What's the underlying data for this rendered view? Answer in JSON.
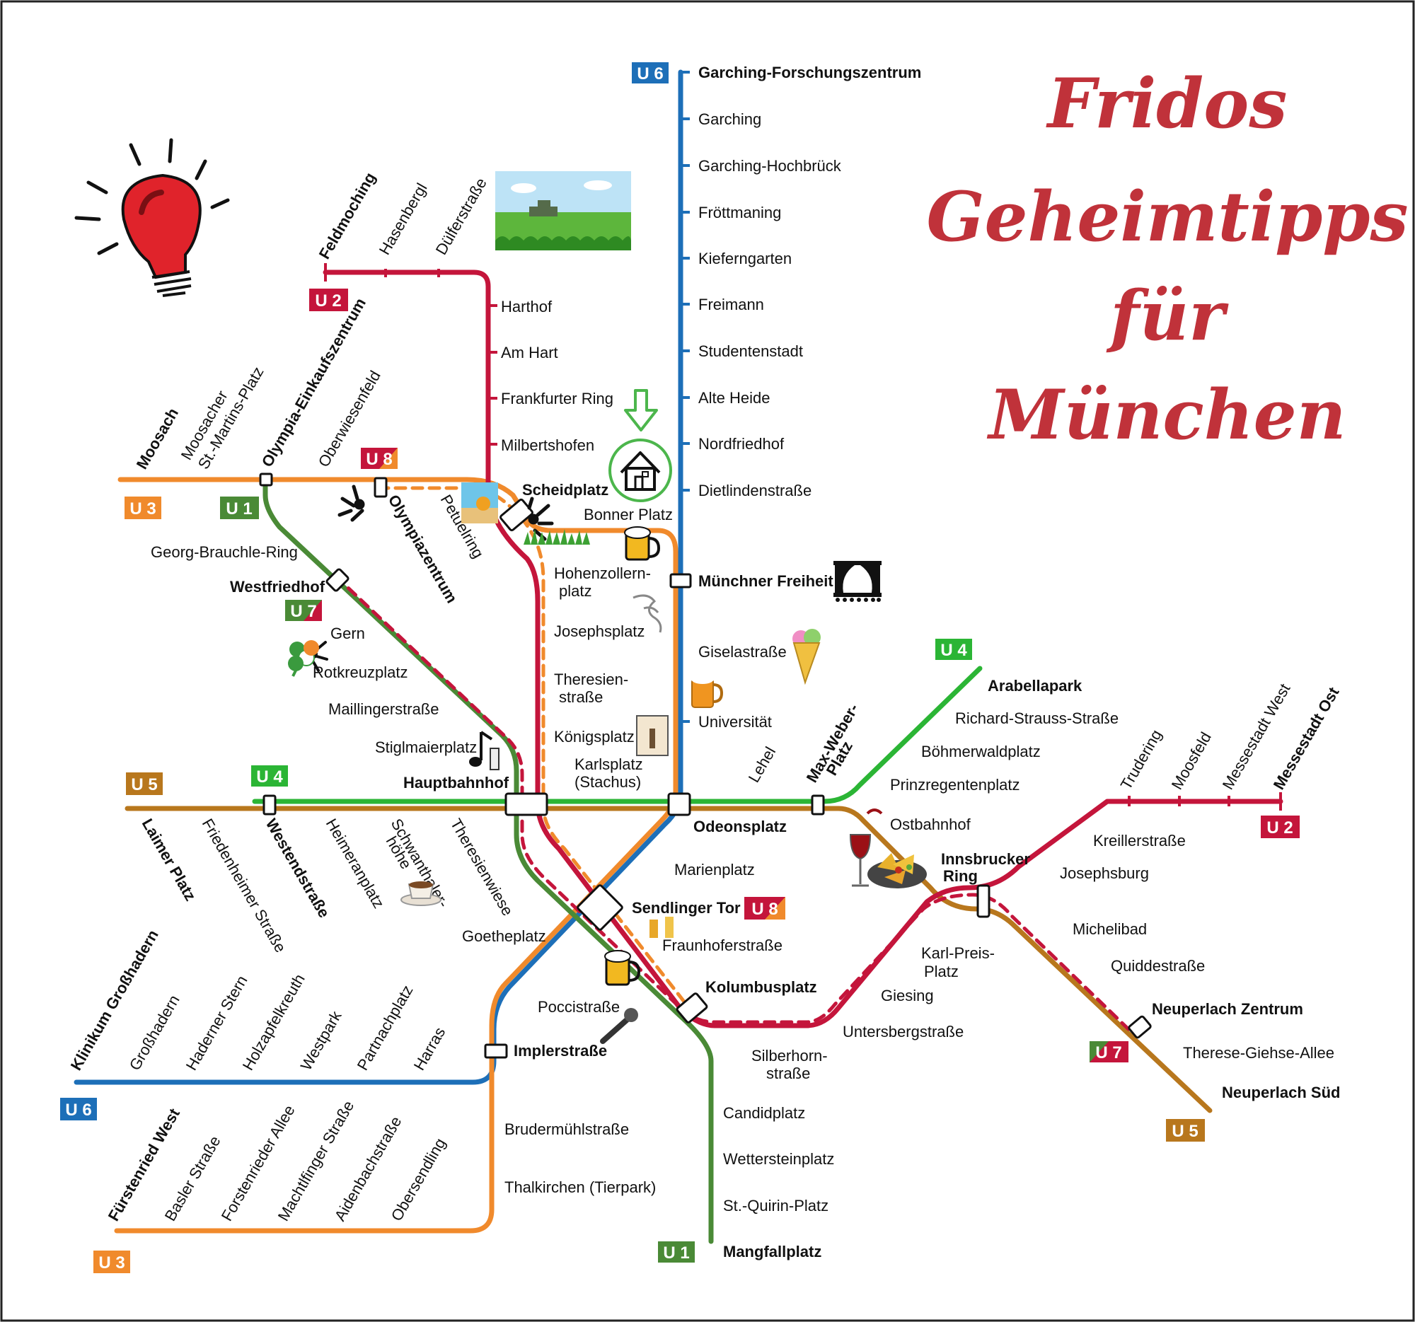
{
  "title": {
    "line1": "Fridos",
    "line2": "Geheimtipps",
    "line3": "für",
    "line4": "München"
  },
  "colors": {
    "U1": "#4a8a36",
    "U2": "#c4153b",
    "U3": "#f08a2c",
    "U4": "#2bb535",
    "U5": "#b8771d",
    "U6": "#1d6fb8",
    "U7": "#c4153b",
    "U8": "#c4153b",
    "title": "#c0323a"
  },
  "lines": {
    "U1": "U 1",
    "U2": "U 2",
    "U3": "U 3",
    "U4": "U 4",
    "U5": "U 5",
    "U6": "U 6",
    "U7": "U 7",
    "U8": "U 8"
  },
  "stations": {
    "garching_fz": "Garching-Forschungszentrum",
    "garching": "Garching",
    "garching_hb": "Garching-Hochbrück",
    "froettmaning": "Fröttmaning",
    "kieferngarten": "Kieferngarten",
    "freimann": "Freimann",
    "studentenstadt": "Studentenstadt",
    "alte_heide": "Alte Heide",
    "nordfriedhof": "Nordfriedhof",
    "dietlindenstrasse": "Dietlindenstraße",
    "muenchner_freiheit": "Münchner Freiheit",
    "giselastrasse": "Giselastraße",
    "universitaet": "Universität",
    "odeonsplatz": "Odeonsplatz",
    "marienplatz": "Marienplatz",
    "sendlinger_tor": "Sendlinger Tor",
    "goetheplatz": "Goetheplatz",
    "poccistrasse": "Poccistraße",
    "implerstrasse": "Implerstraße",
    "brudermuehlstrasse": "Brudermühlstraße",
    "thalkirchen": "Thalkirchen (Tierpark)",
    "feldmoching": "Feldmoching",
    "hasenbergl": "Hasenbergl",
    "duelferstrasse": "Dülferstraße",
    "harthof": "Harthof",
    "am_hart": "Am Hart",
    "frankfurter_ring": "Frankfurter Ring",
    "milbertshofen": "Milbertshofen",
    "scheidplatz": "Scheidplatz",
    "bonner_platz": "Bonner Platz",
    "hohenzollernplatz_1": "Hohenzollern-",
    "hohenzollernplatz_2": "platz",
    "josephsplatz": "Josephsplatz",
    "theresienstrasse_1": "Theresien-",
    "theresienstrasse_2": "straße",
    "koenigsplatz": "Königsplatz",
    "karlsplatz_1": "Karlsplatz",
    "karlsplatz_2": "(Stachus)",
    "moosach": "Moosach",
    "moosacher_1": "Moosacher",
    "moosacher_2": "St.-Martins-Platz",
    "olympia_ez": "Olympia-Einkaufszentrum",
    "oberwiesenfeld": "Oberwiesenfeld",
    "olympiazentrum": "Olympiazentrum",
    "petuelring": "Petuelring",
    "georg_brauchle": "Georg-Brauchle-Ring",
    "westfriedhof": "Westfriedhof",
    "gern": "Gern",
    "rotkreuzplatz": "Rotkreuzplatz",
    "maillingerstrasse": "Maillingerstraße",
    "stiglmaierplatz": "Stiglmaierplatz",
    "hauptbahnhof": "Hauptbahnhof",
    "laimer_platz": "Laimer Platz",
    "friedenheimer": "Friedenheimer Straße",
    "westendstrasse": "Westendstraße",
    "heimeranplatz": "Heimeranplatz",
    "schwanthalerhoehe_1": "Schwanthaler-",
    "schwanthalerhoehe_2": "höhe",
    "theresienwiese": "Theresienwiese",
    "lehel": "Lehel",
    "max_weber_1": "Max-Weber-",
    "max_weber_2": "Platz",
    "arabellapark": "Arabellapark",
    "richard_strauss": "Richard-Strauss-Straße",
    "boehmerwaldplatz": "Böhmerwaldplatz",
    "prinzregentenplatz": "Prinzregentenplatz",
    "ostbahnhof": "Ostbahnhof",
    "innsbrucker_1": "Innsbrucker",
    "innsbrucker_2": "Ring",
    "kreillerstrasse": "Kreillerstraße",
    "josephsburg": "Josephsburg",
    "trudering": "Trudering",
    "moosfeld": "Moosfeld",
    "messestadt_west": "Messestadt West",
    "messestadt_ost": "Messestadt Ost",
    "michelibad": "Michelibad",
    "quiddestrasse": "Quiddestraße",
    "neuperlach_zentrum": "Neuperlach Zentrum",
    "therese_giehse": "Therese-Giehse-Allee",
    "neuperlach_sued": "Neuperlach Süd",
    "fraunhoferstrasse": "Fraunhoferstraße",
    "kolumbusplatz": "Kolumbusplatz",
    "karl_preis_1": "Karl-Preis-",
    "karl_preis_2": "Platz",
    "giesing": "Giesing",
    "untersbergstrasse": "Untersbergstraße",
    "silberhorn_1": "Silberhorn-",
    "silberhorn_2": "straße",
    "candidplatz": "Candidplatz",
    "wettersteinplatz": "Wettersteinplatz",
    "st_quirin": "St.-Quirin-Platz",
    "mangfallplatz": "Mangfallplatz",
    "klinikum": "Klinikum Großhadern",
    "grosshadern": "Großhadern",
    "haderner_stern": "Haderner Stern",
    "holzapfelkreuth": "Holzapfelkreuth",
    "westpark": "Westpark",
    "partnachplatz": "Partnachplatz",
    "harras": "Harras",
    "fuerstenried_west": "Fürstenried West",
    "basler": "Basler Straße",
    "forstenrieder": "Forstenrieder Allee",
    "machtlfinger": "Machtlfinger Straße",
    "aidenbach": "Aidenbachstraße",
    "obersendling": "Obersendling"
  },
  "icons": [
    "lightbulb-icon",
    "home-icon",
    "down-arrow-icon",
    "beer-mug-icon",
    "theater-icon",
    "ice-cream-icon",
    "picture-icon",
    "coffee-icon",
    "wine-icon",
    "nachos-icon",
    "microphone-icon",
    "music-note-icon",
    "shamrock-icon",
    "meadow-picture-icon",
    "beach-picture-icon",
    "steam-icon",
    "grass-icon",
    "sparkle-icon",
    "cocktail-icon"
  ]
}
